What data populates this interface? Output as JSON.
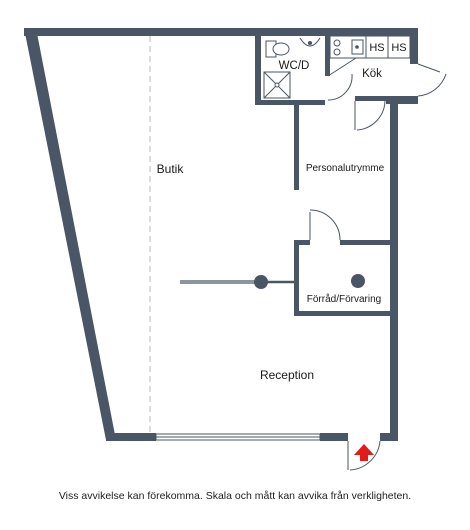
{
  "rooms": {
    "shop": "Butik",
    "wc_shower": "WC/D",
    "kitchen": "Kök",
    "staff_room": "Personalutrymme",
    "storage": "Förråd/Förvaring",
    "reception": "Reception"
  },
  "appliances": {
    "cabinet_1": "HS",
    "cabinet_2": "HS"
  },
  "disclaimer": "Viss avvikelse kan förekomma. Skala och mått kan avvika från verkligheten.",
  "colors": {
    "wall": "#4a5565",
    "entrance_arrow": "#e21b1b",
    "fixture_stroke": "#4a5565"
  },
  "icons": {
    "entrance_marker": "entrance-arrow-icon",
    "toilet": "toilet-icon",
    "sink": "sink-icon",
    "shower": "shower-icon",
    "stove": "stove-icon"
  }
}
